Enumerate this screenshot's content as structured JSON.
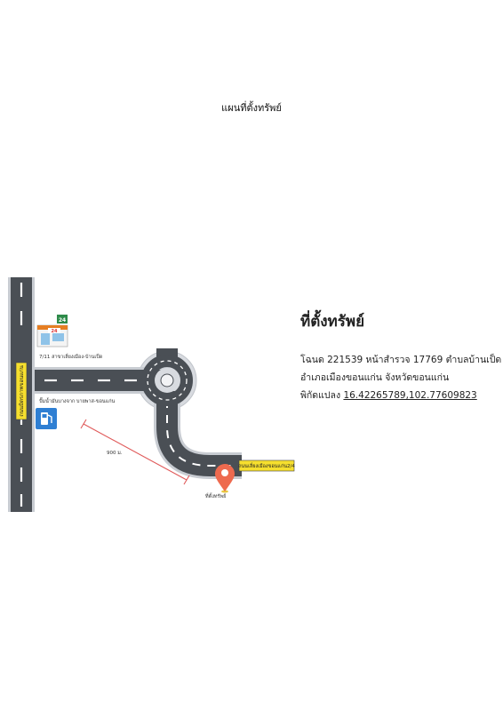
{
  "title": "แผนที่ตั้งทรัพย์",
  "info": {
    "heading": "ที่ตั้งทรัพย์",
    "line1": "โฉนด 221539 หน้าสำรวจ 17769 ตำบลบ้านเป็ด",
    "line2": "อำเภอเมืองขอนแก่น จังหวัดขอนแก่น",
    "coord_label": "พิกัดแปลง",
    "coords": "16.42265789,102.77609823"
  },
  "map": {
    "main_road_label": "ถนนมิตรภาพขอนแก่น",
    "soi_label": "ถนนเลี่ยงเมืองขอนแก่น2/4",
    "store_label": "7/11 สาขาเลี่ยงเมือง-บ้านเป็ด",
    "store_badge": "24",
    "gas_label": "ปั๊มน้ำมันบางจาก บายพาส-ขอนแก่น",
    "distance_label": "900 ม.",
    "pin_label": "ที่ตั้งทรัพย์",
    "colors": {
      "road": "#4a4f55",
      "road_edge": "#c8ccd2",
      "marker_line": "#ffffff",
      "label_yellow": "#f6df2e",
      "pin": "#ee6a4f",
      "distance_line": "#e05a5a",
      "gas_blue": "#2f7fd3"
    }
  }
}
